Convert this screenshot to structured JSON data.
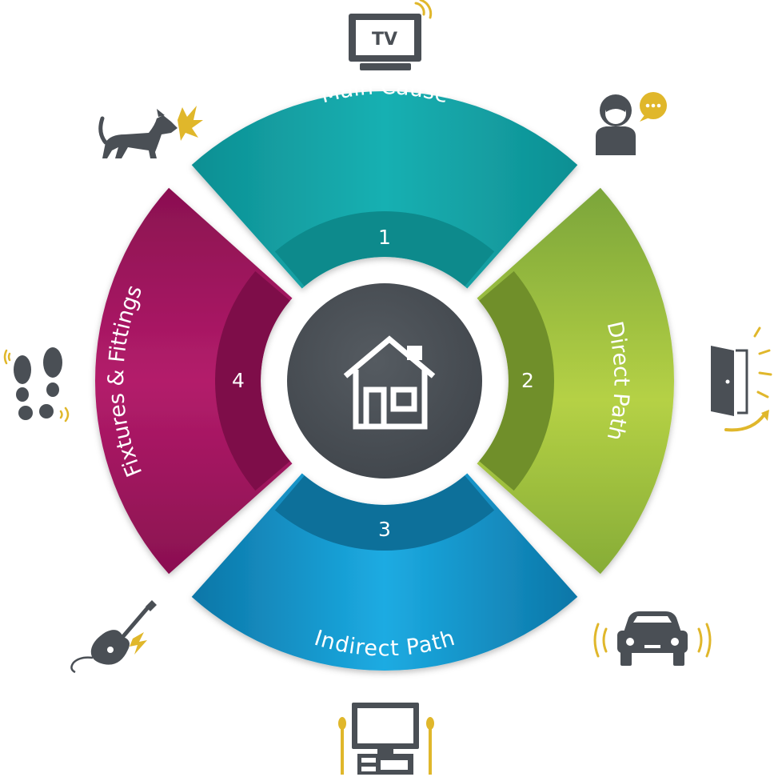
{
  "segments": [
    {
      "number": "1",
      "label": "Main Cause"
    },
    {
      "number": "2",
      "label": "Direct Path"
    },
    {
      "number": "3",
      "label": "Indirect Path"
    },
    {
      "number": "4",
      "label": "Fixtures & Fittings"
    }
  ],
  "tv_label": "TV",
  "colors": {
    "main_cause": "#12a6a8",
    "main_cause_inner": "#0c8a8c",
    "direct_path": "#8fb63a",
    "direct_path_inner": "#6f8f2c",
    "indirect_path": "#1a97cf",
    "indirect_path_inner": "#0f6f9a",
    "fixtures": "#a3195f",
    "fixtures_inner": "#7e1048",
    "center": "#4a4f55",
    "icon_gray": "#4a4f55",
    "icon_accent": "#e0b72b"
  },
  "icons": [
    "tv-icon",
    "woman-speaking-icon",
    "door-opening-icon",
    "car-horn-icon",
    "home-theater-icon",
    "electric-guitar-icon",
    "footsteps-icon",
    "barking-dog-icon",
    "house-icon"
  ]
}
